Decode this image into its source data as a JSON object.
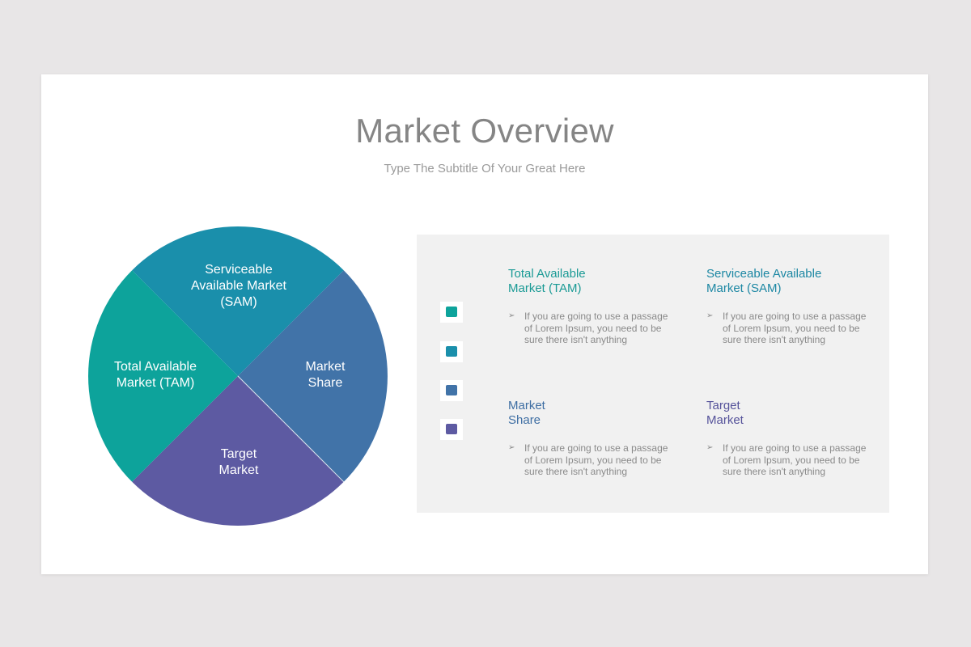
{
  "slide": {
    "title": "Market Overview",
    "subtitle": "Type The Subtitle Of Your Great Here"
  },
  "colors": {
    "tam": "#0da39b",
    "sam": "#1a8fab",
    "share": "#4173a8",
    "target": "#5d5aa2",
    "title_text": "#858585",
    "panel_bg": "#f1f1f1"
  },
  "chart_data": {
    "type": "pie",
    "title": "",
    "categories": [
      "Serviceable Available Market (SAM)",
      "Market Share",
      "Target Market",
      "Total Available Market (TAM)"
    ],
    "values": [
      25,
      25,
      25,
      25
    ],
    "slices": [
      {
        "label": "Serviceable Available Market (SAM)",
        "value": 25,
        "position": "top",
        "color": "#1a8fab"
      },
      {
        "label": "Market Share",
        "value": 25,
        "position": "right",
        "color": "#4173a8"
      },
      {
        "label": "Target Market",
        "value": 25,
        "position": "bottom",
        "color": "#5d5aa2"
      },
      {
        "label": "Total Available Market (TAM)",
        "value": 25,
        "position": "left",
        "color": "#0da39b"
      }
    ]
  },
  "pie_labels": {
    "sam": [
      "Serviceable",
      "Available Market",
      "(SAM)"
    ],
    "share": [
      "Market",
      "Share"
    ],
    "target": [
      "Target",
      "Market"
    ],
    "tam": [
      "Total Available",
      "Market (TAM)"
    ]
  },
  "legend_swatches": [
    {
      "name": "tam",
      "color": "#0da39b"
    },
    {
      "name": "sam",
      "color": "#1a8fab"
    },
    {
      "name": "share",
      "color": "#4173a8"
    },
    {
      "name": "target",
      "color": "#5d5aa2"
    }
  ],
  "items": [
    {
      "title_line1": "Total Available",
      "title_line2": "Market (TAM)",
      "color": "#1a9a95",
      "bullet_icon": "arrowhead-bullet",
      "body": "If you are going to use a passage of Lorem Ipsum, you need to be sure there isn't anything"
    },
    {
      "title_line1": "Serviceable Available",
      "title_line2": "Market (SAM)",
      "color": "#1c87a3",
      "bullet_icon": "arrowhead-bullet",
      "body": "If you are going to use a passage of Lorem Ipsum, you need to be sure there isn't anything"
    },
    {
      "title_line1": "Market",
      "title_line2": "Share",
      "color": "#3e6ea3",
      "bullet_icon": "arrowhead-bullet",
      "body": "If you are going to use a passage of Lorem Ipsum, you need to be sure there isn't anything"
    },
    {
      "title_line1": "Target",
      "title_line2": "Market",
      "color": "#55529a",
      "bullet_icon": "arrowhead-bullet",
      "body": "If you are going to use a passage of Lorem Ipsum, you need to be sure there isn't anything"
    }
  ],
  "bullet_glyph": "➢"
}
